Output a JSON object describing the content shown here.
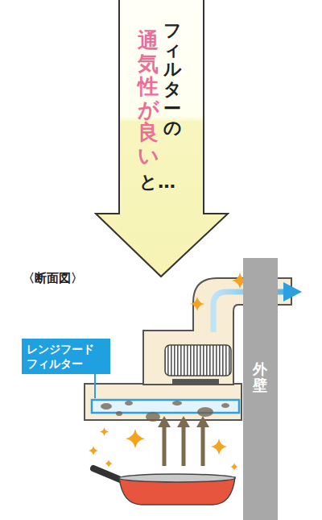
{
  "diagram": {
    "nodes": [
      {
        "text": [
          "フィルターの",
          "通気性が良い",
          "と…"
        ]
      },
      {
        "text": [
          "レンジフード フィルター"
        ]
      },
      {
        "text": [
          "外壁"
        ]
      }
    ],
    "labels": [
      "〈断面図〉"
    ]
  }
}
